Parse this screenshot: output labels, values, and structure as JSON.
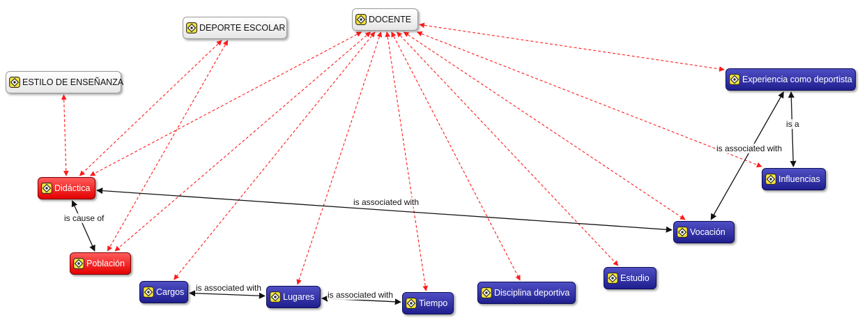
{
  "diagram": {
    "nodes": [
      {
        "id": "docente",
        "label": "DOCENTE",
        "kind": "code",
        "color": "white",
        "icon": "code-icon"
      },
      {
        "id": "deporte",
        "label": "DEPORTE ESCOLAR",
        "kind": "code",
        "color": "white",
        "icon": "code-icon"
      },
      {
        "id": "estilo",
        "label": "ESTILO DE ENSEÑANZA",
        "kind": "code",
        "color": "white",
        "icon": "code-icon"
      },
      {
        "id": "experiencia",
        "label": "Experiencia como deportista",
        "kind": "code",
        "color": "blue",
        "icon": "code-icon"
      },
      {
        "id": "influencias",
        "label": "Influencias",
        "kind": "code",
        "color": "blue",
        "icon": "code-icon"
      },
      {
        "id": "didactica",
        "label": "Didáctica",
        "kind": "code",
        "color": "red",
        "icon": "code-icon"
      },
      {
        "id": "vocacion",
        "label": "Vocación",
        "kind": "code",
        "color": "blue",
        "icon": "code-icon"
      },
      {
        "id": "poblacion",
        "label": "Población",
        "kind": "code",
        "color": "red",
        "icon": "code-icon"
      },
      {
        "id": "cargos",
        "label": "Cargos",
        "kind": "code",
        "color": "blue",
        "icon": "code-icon"
      },
      {
        "id": "lugares",
        "label": "Lugares",
        "kind": "code",
        "color": "blue",
        "icon": "code-icon"
      },
      {
        "id": "tiempo",
        "label": "Tiempo",
        "kind": "code",
        "color": "blue",
        "icon": "code-icon"
      },
      {
        "id": "disciplina",
        "label": "Disciplina deportiva",
        "kind": "code",
        "color": "blue",
        "icon": "code-icon"
      },
      {
        "id": "estudio",
        "label": "Estudio",
        "kind": "code",
        "color": "blue",
        "icon": "code-icon"
      }
    ],
    "edges": [
      {
        "from": "docente",
        "to": "didactica",
        "style": "dashed",
        "label": ""
      },
      {
        "from": "docente",
        "to": "poblacion",
        "style": "dashed",
        "label": ""
      },
      {
        "from": "docente",
        "to": "cargos",
        "style": "dashed",
        "label": ""
      },
      {
        "from": "docente",
        "to": "lugares",
        "style": "dashed",
        "label": ""
      },
      {
        "from": "docente",
        "to": "tiempo",
        "style": "dashed",
        "label": ""
      },
      {
        "from": "docente",
        "to": "disciplina",
        "style": "dashed",
        "label": ""
      },
      {
        "from": "docente",
        "to": "estudio",
        "style": "dashed",
        "label": ""
      },
      {
        "from": "docente",
        "to": "vocacion",
        "style": "dashed",
        "label": ""
      },
      {
        "from": "docente",
        "to": "influencias",
        "style": "dashed",
        "label": ""
      },
      {
        "from": "docente",
        "to": "experiencia",
        "style": "dashed",
        "label": ""
      },
      {
        "from": "deporte",
        "to": "didactica",
        "style": "dashed",
        "label": ""
      },
      {
        "from": "deporte",
        "to": "poblacion",
        "style": "dashed",
        "label": ""
      },
      {
        "from": "estilo",
        "to": "didactica",
        "style": "dashed",
        "label": ""
      },
      {
        "from": "didactica",
        "to": "vocacion",
        "style": "solid",
        "label": "is associated with"
      },
      {
        "from": "didactica",
        "to": "poblacion",
        "style": "solid",
        "label": "is cause of"
      },
      {
        "from": "cargos",
        "to": "lugares",
        "style": "solid",
        "label": "is associated with"
      },
      {
        "from": "lugares",
        "to": "tiempo",
        "style": "solid",
        "label": "is associated with"
      },
      {
        "from": "experiencia",
        "to": "influencias",
        "style": "solid",
        "label": "is a"
      },
      {
        "from": "vocacion",
        "to": "experiencia",
        "style": "solid",
        "label": "is associated with"
      }
    ],
    "colors": {
      "dashed_edge": "#ff1a1a",
      "solid_edge": "#111111",
      "white_node": "#f2f2f2",
      "red_node": "#f01818",
      "blue_node": "#2a2aa0",
      "icon_fill": "#f2e33a",
      "icon_stroke": "#2a2a2a"
    }
  }
}
